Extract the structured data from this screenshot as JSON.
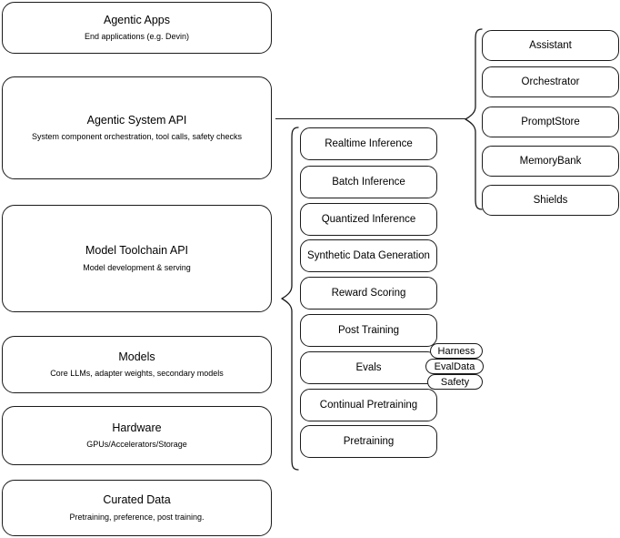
{
  "diagram": {
    "title": "AI stack layers diagram",
    "stroke_color": "#1a1a1a",
    "background_color": "#ffffff",
    "text_color": "#000000"
  },
  "layers": [
    {
      "title": "Agentic Apps",
      "subtitle": "End applications (e.g. Devin)"
    },
    {
      "title": "Agentic System API",
      "subtitle": "System component orchestration, tool calls, safety checks"
    },
    {
      "title": "Model Toolchain API",
      "subtitle": "Model development & serving"
    },
    {
      "title": "Models",
      "subtitle": "Core LLMs, adapter weights, secondary models"
    },
    {
      "title": "Hardware",
      "subtitle": "GPUs/Accelerators/Storage"
    },
    {
      "title": "Curated Data",
      "subtitle": "Pretraining, preference, post training."
    }
  ],
  "toolchain_components": [
    {
      "label": "Realtime Inference"
    },
    {
      "label": "Batch Inference"
    },
    {
      "label": "Quantized Inference"
    },
    {
      "label": "Synthetic Data Generation"
    },
    {
      "label": "Reward Scoring"
    },
    {
      "label": "Post Training"
    },
    {
      "label": "Evals"
    },
    {
      "label": "Continual Pretraining"
    },
    {
      "label": "Pretraining"
    }
  ],
  "agentic_components": [
    {
      "label": "Assistant"
    },
    {
      "label": "Orchestrator"
    },
    {
      "label": "PromptStore"
    },
    {
      "label": "MemoryBank"
    },
    {
      "label": "Shields"
    }
  ],
  "eval_badges": [
    {
      "label": "Harness"
    },
    {
      "label": "EvalData"
    },
    {
      "label": "Safety"
    }
  ]
}
